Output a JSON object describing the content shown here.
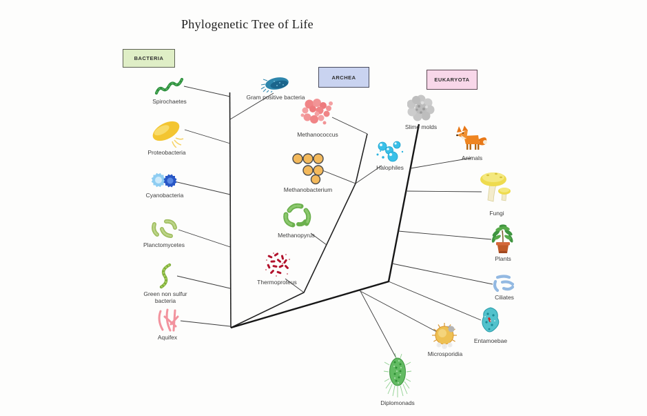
{
  "title": "Phylogenetic Tree of Life",
  "legend": {
    "bacteria": {
      "label": "BACTERIA",
      "fill": "#dfeec6"
    },
    "archea": {
      "label": "ARCHEA",
      "fill": "#c9d3f0"
    },
    "eukaryota": {
      "label": "EUKARYOTA",
      "fill": "#f8d7e9"
    }
  },
  "tree": {
    "line_color": "#2f2f2f"
  },
  "nodes": {
    "spirochaetes": {
      "label": "Spirochaetes",
      "icon": "spirochaete-worm-icon"
    },
    "proteobacteria": {
      "label": "Proteobacteria",
      "icon": "yellow-bacterium-icon"
    },
    "cyanobacteria": {
      "label": "Cyanobacteria",
      "icon": "blue-burst-cells-icon"
    },
    "planctomycetes": {
      "label": "Planctomycetes",
      "icon": "green-curved-rods-icon"
    },
    "green_non_sulfur": {
      "label": "Green non sulfur bacteria",
      "icon": "green-filament-icon"
    },
    "aquifex": {
      "label": "Aquifex",
      "icon": "pink-rods-icon"
    },
    "gram_positive": {
      "label": "Gram positive bacteria",
      "icon": "teal-fuzzy-cell-icon"
    },
    "methanococcus": {
      "label": "Methanococcus",
      "icon": "pink-cocci-cluster-icon"
    },
    "methanobacterium": {
      "label": "Methanobacterium",
      "icon": "orange-circles-icon"
    },
    "halophiles": {
      "label": "Halophiles",
      "icon": "cyan-bubbles-icon"
    },
    "methanopyrus": {
      "label": "Methanopyrus",
      "icon": "green-ring-rods-icon"
    },
    "thermoproteus": {
      "label": "Thermoproteus",
      "icon": "red-speckles-icon"
    },
    "slime_molds": {
      "label": "Slime molds",
      "icon": "gray-slime-mold-icon"
    },
    "animals": {
      "label": "Animals",
      "icon": "fox-icon"
    },
    "fungi": {
      "label": "Fungi",
      "icon": "mushroom-icon"
    },
    "plants": {
      "label": "Plants",
      "icon": "potted-plant-icon"
    },
    "ciliates": {
      "label": "Ciliates",
      "icon": "blue-ciliate-rods-icon"
    },
    "entamoebae": {
      "label": "Entamoebae",
      "icon": "teal-amoeba-icon"
    },
    "microsporidia": {
      "label": "Microsporidia",
      "icon": "spiky-spore-icon"
    },
    "diplomonads": {
      "label": "Diplomonads",
      "icon": "hairy-green-cell-icon"
    }
  }
}
